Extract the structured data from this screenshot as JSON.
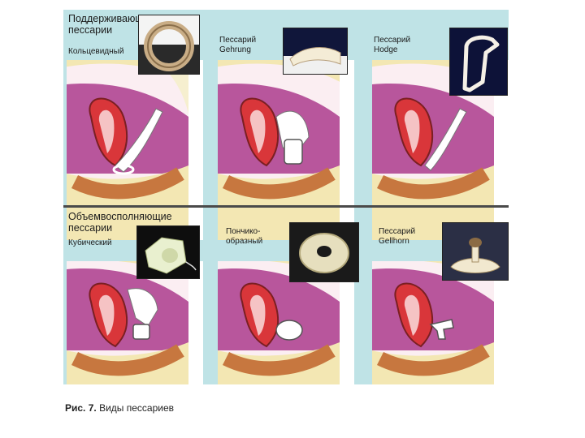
{
  "groups": [
    {
      "label_line1": "Поддерживающие",
      "label_line2": "пессарии"
    },
    {
      "label_line1": "Объемвосполняющие",
      "label_line2": "пессарии"
    }
  ],
  "pessaries": {
    "ring": {
      "label_line1": "Кольцевидный",
      "label_line2": ""
    },
    "gehrung": {
      "label_line1": "Пессарий",
      "label_line2": "Gehrung"
    },
    "hodge": {
      "label_line1": "Пессарий",
      "label_line2": "Hodge"
    },
    "cube": {
      "label_line1": "Кубический",
      "label_line2": ""
    },
    "donut": {
      "label_line1": "Пончико-",
      "label_line2": "образный"
    },
    "gellhorn": {
      "label_line1": "Пессарий",
      "label_line2": "Gellhorn"
    }
  },
  "caption": {
    "prefix": "Рис. 7.",
    "text": " Виды пессариев"
  },
  "colors": {
    "uterus": "#d9363a",
    "bladder": "#b8569c",
    "rectum": "#c7773f",
    "spine": "#efe4b0",
    "panel_bg": "#bfe3e6"
  }
}
